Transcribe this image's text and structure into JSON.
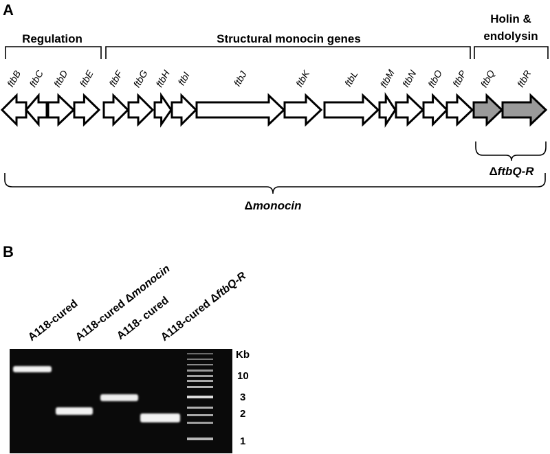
{
  "panel_a": {
    "label": "A",
    "groups": [
      {
        "id": "regulation",
        "label_lines": [
          "Regulation"
        ]
      },
      {
        "id": "structural",
        "label_lines": [
          "Structural monocin genes"
        ]
      },
      {
        "id": "holin",
        "label_lines": [
          "Holin &",
          "endolysin"
        ]
      }
    ],
    "genes": [
      {
        "name": "ftbB",
        "direction": "left",
        "fill": "#ffffff"
      },
      {
        "name": "ftbC",
        "direction": "left",
        "fill": "#ffffff"
      },
      {
        "name": "ftbD",
        "direction": "right",
        "fill": "#ffffff"
      },
      {
        "name": "ftbE",
        "direction": "right",
        "fill": "#ffffff"
      },
      {
        "name": "ftbF",
        "direction": "right",
        "fill": "#ffffff"
      },
      {
        "name": "ftbG",
        "direction": "right",
        "fill": "#ffffff"
      },
      {
        "name": "ftbH",
        "direction": "right",
        "fill": "#ffffff"
      },
      {
        "name": "ftbI",
        "direction": "right",
        "fill": "#ffffff"
      },
      {
        "name": "ftbJ",
        "direction": "right",
        "fill": "#ffffff"
      },
      {
        "name": "ftbK",
        "direction": "right",
        "fill": "#ffffff"
      },
      {
        "name": "ftbL",
        "direction": "right",
        "fill": "#ffffff"
      },
      {
        "name": "ftbM",
        "direction": "right",
        "fill": "#ffffff"
      },
      {
        "name": "ftbN",
        "direction": "right",
        "fill": "#ffffff"
      },
      {
        "name": "ftbO",
        "direction": "right",
        "fill": "#ffffff"
      },
      {
        "name": "ftbP",
        "direction": "right",
        "fill": "#ffffff"
      },
      {
        "name": "ftbQ",
        "direction": "right",
        "fill": "#9a9a9a"
      },
      {
        "name": "ftbR",
        "direction": "right",
        "fill": "#9a9a9a"
      }
    ],
    "deletions": {
      "ftbqr": {
        "prefix": "Δ",
        "name": "ftbQ-R"
      },
      "monocin": {
        "prefix": "Δ",
        "name": "monocin"
      }
    }
  },
  "panel_b": {
    "label": "B",
    "lanes": [
      {
        "id": "lane1",
        "label": "A118-cured",
        "italic": ""
      },
      {
        "id": "lane2",
        "label": "A118-cured  Δ",
        "italic": "monocin"
      },
      {
        "id": "lane3",
        "label": "A118- cured",
        "italic": ""
      },
      {
        "id": "lane4",
        "label": "A118-cured  Δ",
        "italic": "ftbQ-R"
      }
    ],
    "kb_title": "Kb",
    "kb_markers": [
      "10",
      "3",
      "2",
      "1"
    ],
    "gel_color": "#0a0a0a"
  }
}
